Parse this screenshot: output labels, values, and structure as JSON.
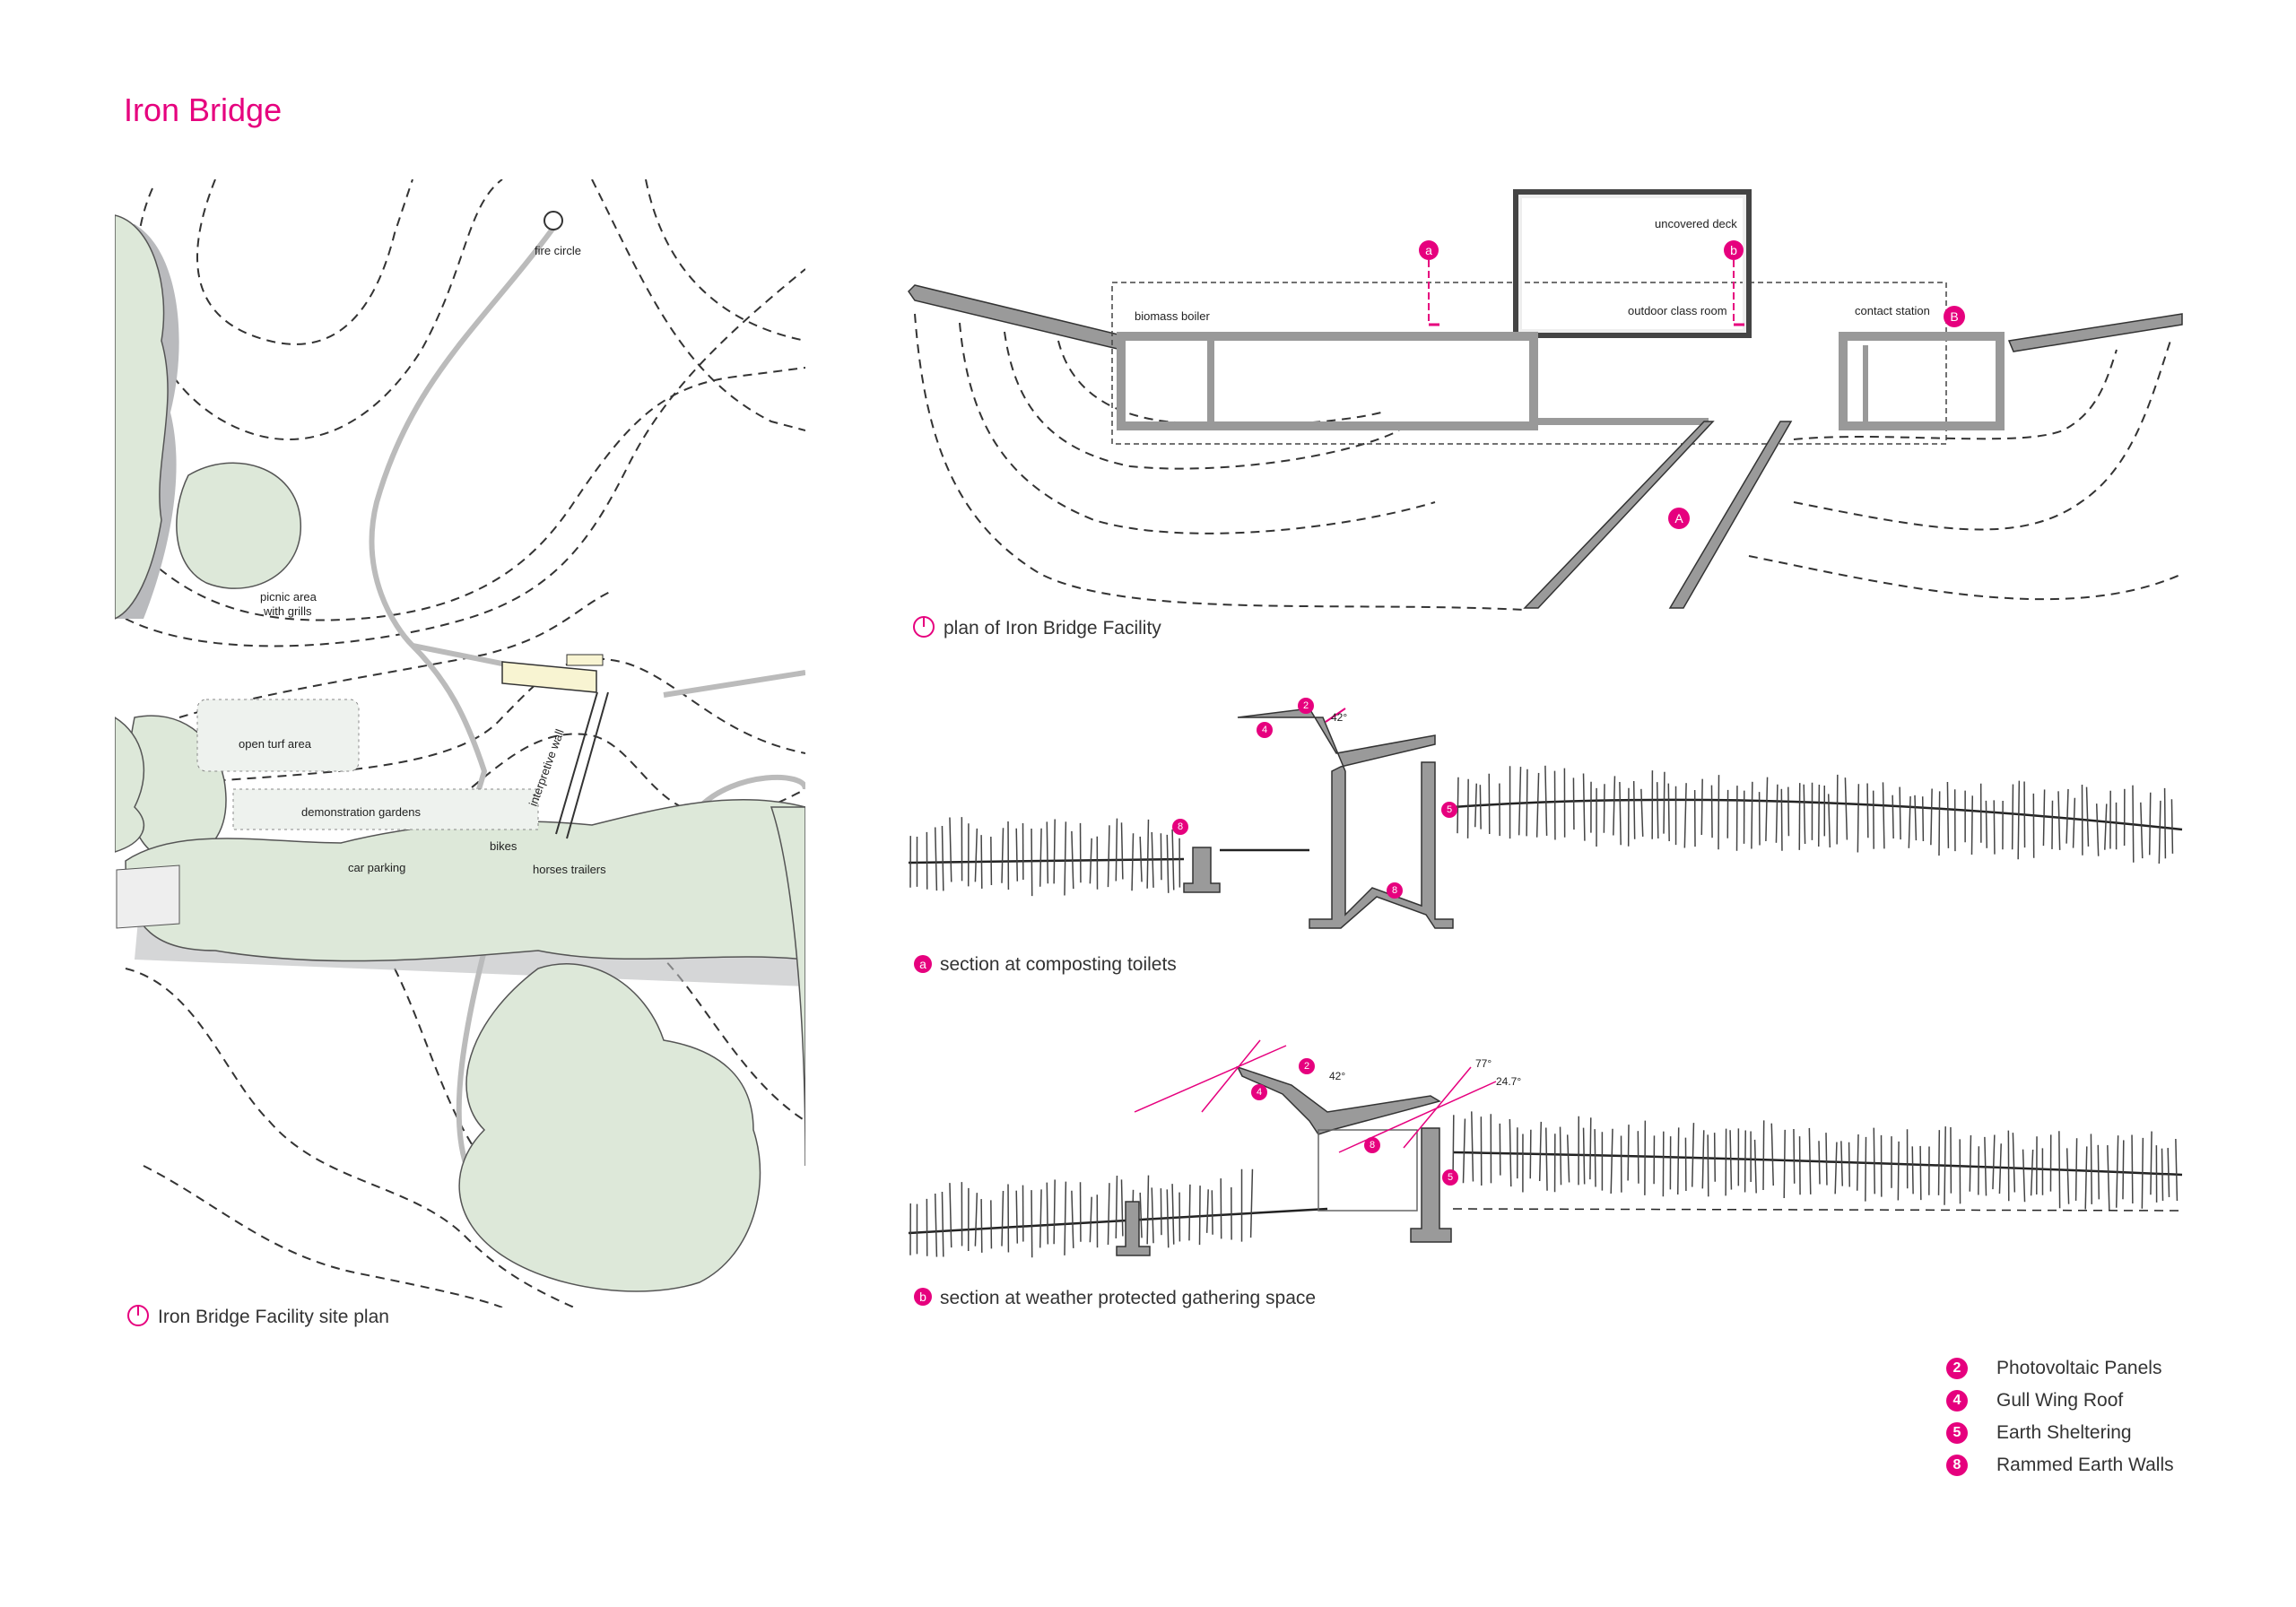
{
  "title": "Iron Bridge",
  "accent_color": "#e6007e",
  "site_plan": {
    "caption": "Iron Bridge Facility site plan",
    "labels": {
      "fire_circle": "fire circle",
      "picnic_1": "picnic area",
      "picnic_2": "with grills",
      "open_turf": "open turf area",
      "demo_gardens": "demonstration gardens",
      "interpretive_wall": "interpretive wall",
      "bikes": "bikes",
      "car_parking": "car parking",
      "horse_trailers": "horses trailers"
    }
  },
  "facility_plan": {
    "caption": "plan of Iron Bridge Facility",
    "labels": {
      "uncovered_deck": "uncovered deck",
      "biomass_boiler": "biomass boiler",
      "outdoor_class_room": "outdoor class room",
      "contact_station": "contact station"
    },
    "markers": {
      "a": "a",
      "b": "b",
      "A": "A",
      "B": "B"
    }
  },
  "section_a": {
    "caption": "section at composting toilets",
    "marker": "a",
    "angle": "42°",
    "markers": [
      "2",
      "4",
      "5",
      "8",
      "8"
    ]
  },
  "section_b": {
    "caption": "section at weather protected gathering space",
    "marker": "b",
    "angles": [
      "42°",
      "77°",
      "24.7°"
    ],
    "markers": [
      "2",
      "4",
      "8",
      "5"
    ]
  },
  "legend": [
    {
      "num": "2",
      "label": "Photovoltaic Panels"
    },
    {
      "num": "4",
      "label": "Gull Wing Roof"
    },
    {
      "num": "5",
      "label": "Earth Sheltering"
    },
    {
      "num": "8",
      "label": "Rammed Earth Walls"
    }
  ]
}
